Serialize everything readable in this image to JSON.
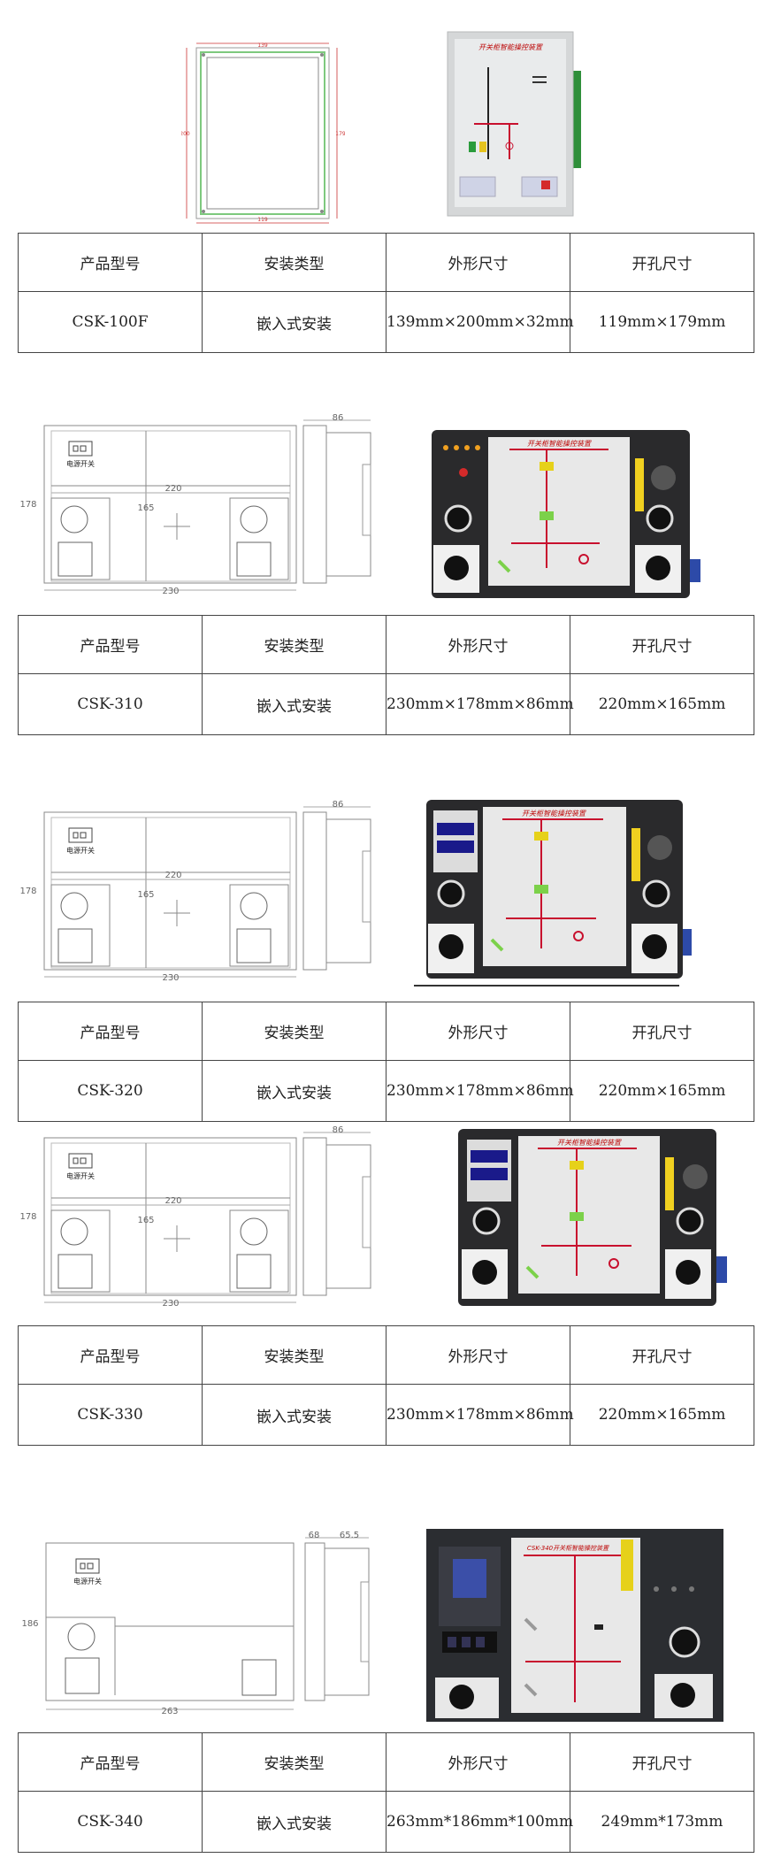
{
  "table_headers": {
    "model": "产品型号",
    "install": "安装类型",
    "outline": "外形尺寸",
    "cutout": "开孔尺寸"
  },
  "products": [
    {
      "model": "CSK-100F",
      "install": "嵌入式安装",
      "outline": "139mm×200mm×32mm",
      "cutout": "119mm×179mm"
    },
    {
      "model": "CSK-310",
      "install": "嵌入式安装",
      "outline": "230mm×178mm×86mm",
      "cutout": "220mm×165mm"
    },
    {
      "model": "CSK-320",
      "install": "嵌入式安装",
      "outline": "230mm×178mm×86mm",
      "cutout": "220mm×165mm"
    },
    {
      "model": "CSK-330",
      "install": "嵌入式安装",
      "outline": "230mm×178mm×86mm",
      "cutout": "220mm×165mm"
    },
    {
      "model": "CSK-340",
      "install": "嵌入式安装",
      "outline": "263mm*186mm*100mm",
      "cutout": "249mm*173mm"
    }
  ],
  "drawing": {
    "d100f": {
      "w": "139",
      "h": "200",
      "cw": "119",
      "ch": "179"
    },
    "d300": {
      "w": "230",
      "h": "178",
      "cw": "220",
      "ch": "165",
      "depth": "86",
      "power_label": "电源开关"
    },
    "d340": {
      "w": "263",
      "h": "186",
      "depth_a": "68",
      "depth_b": "65.5",
      "power_label": "电源开关"
    }
  },
  "panel_titles": {
    "p310": "开关柜智能操控装置",
    "p320": "开关柜智能操控装置",
    "p330": "开关柜智能操控装置",
    "p340": "CSK-340开关柜智能操控装置",
    "p100f": "开关柜智能操控装置"
  },
  "colors": {
    "panel_dark": "#2a2a2c",
    "panel_face": "#e8e8e8",
    "busbar_red": "#c8102e",
    "led_green": "#7cd14a",
    "led_yellow": "#e6d11a"
  }
}
